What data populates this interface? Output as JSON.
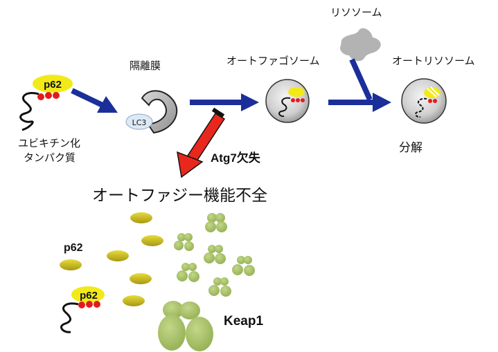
{
  "labels": {
    "ubiquitin_protein_line1": "ユビキチン化",
    "ubiquitin_protein_line2": "タンパク質",
    "isolation_membrane": "隔離膜",
    "lc3": "LC3",
    "autophagosome": "オートファゴソーム",
    "lysosome": "リソソーム",
    "autolysosome": "オートリソソーム",
    "degradation": "分解",
    "atg7_deficiency": "Atg7欠失",
    "autophagy_failure": "オートファジー機能不全",
    "p62_top": "p62",
    "p62_bottom_free": "p62",
    "p62_bottom_bound": "p62",
    "keap1": "Keap1"
  },
  "colors": {
    "arrow_blue": "#1a2f9a",
    "arrow_red": "#e8281c",
    "p62_yellow": "#f2ea18",
    "p62_olive": "#c9b91e",
    "ubiquitin_red": "#e31a1c",
    "keap1_green": "#a9c26a",
    "vesicle_gray": "#c9c9c9",
    "lysosome_gray": "#b3b3b3",
    "lc3_blue": "#dde9f5"
  }
}
